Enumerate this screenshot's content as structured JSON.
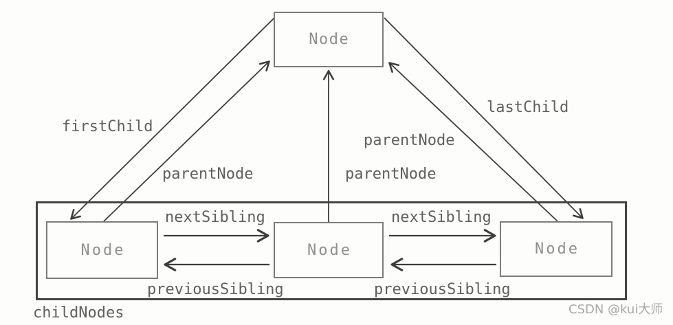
{
  "diagram": {
    "title_hint": "DOM Node relationships diagram",
    "nodes": {
      "parent": {
        "label": "Node"
      },
      "child1": {
        "label": "Node"
      },
      "child2": {
        "label": "Node"
      },
      "child3": {
        "label": "Node"
      }
    },
    "labels": {
      "first_child": "firstChild",
      "last_child": "lastChild",
      "parent_node_left": "parentNode",
      "parent_node_middle": "parentNode",
      "parent_node_right": "parentNode",
      "next_sibling_1": "nextSibling",
      "next_sibling_2": "nextSibling",
      "previous_sibling_1": "previousSibling",
      "previous_sibling_2": "previousSibling",
      "container": "childNodes"
    },
    "colors": {
      "line_color": "#3c3c3a",
      "node_border": "#7c7c7a",
      "container_border": "#46433d",
      "label_text": "#5f5f5d",
      "node_text": "#8f8f8d",
      "watermark_text": "#a8a8a8",
      "bg": "#fdfdfc"
    }
  },
  "watermark": {
    "text": "CSDN @kui大师"
  }
}
